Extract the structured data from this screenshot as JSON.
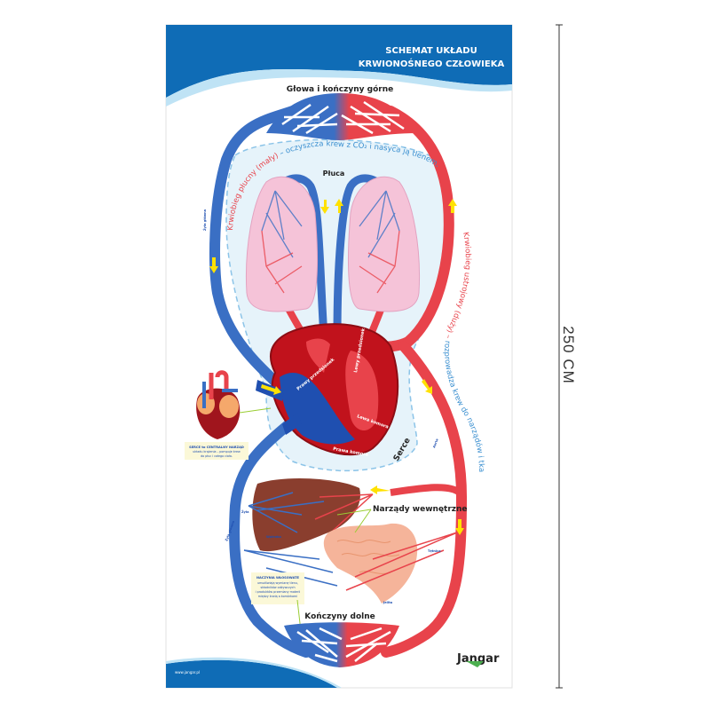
{
  "poster": {
    "title_line1": "SCHEMAT UKŁADU",
    "title_line2": "KRWIONOŚNEGO CZŁOWIEKA",
    "head_label": "Głowa i kończyny górne",
    "pulmonary_circuit_part1": "Krwiobieg płucny (mały)",
    "pulmonary_circuit_part2": " – oczyszcza krew z CO₂ i nasyca ją tlenem.",
    "systemic_circuit_part1": "Krwiobieg ustrojowy (duży) – ",
    "systemic_circuit_part2": "rozprowadza krew do narządów i tkanek",
    "lungs_label": "Płuca",
    "heart_label": "Serce",
    "right_atrium": "Prawy przedsionek",
    "left_atrium": "Lewy przedsionek",
    "left_ventricle": "Lewa komora",
    "right_ventricle": "Prawa komora",
    "organs_label": "Narządy wewnętrzne",
    "lower_limbs_label": "Kończyny dolne",
    "vena_cava_upper": "Żyła główna",
    "vena_cava_lower": "Żyła główna",
    "aorta": "Aorta",
    "vein": "Żyła",
    "liver": "Wątroba",
    "artery": "Tętnica",
    "intestine": "Jelita",
    "heart_note_title": "SERCE to CENTRALNY NARZĄD",
    "heart_note_lines": [
      "układu krążenia – pompuje krew",
      "do płuc i całego ciała."
    ],
    "capillaries_note_title": "NACZYNIA WŁOSOWATE",
    "capillaries_note_lines": [
      "umożliwiają wymianę tlenu,",
      "składników odżywczych",
      "i produktów przemiany materii",
      "między krwią a komórkami"
    ],
    "website": "www.jangar.pl",
    "brand": "Jangar"
  },
  "dimension_label": "250 CM",
  "colors": {
    "header_blue": "#0f6cb6",
    "vein_blue": "#3a6fc4",
    "artery_red": "#e8434b",
    "arrow_yellow": "#ffe100"
  }
}
